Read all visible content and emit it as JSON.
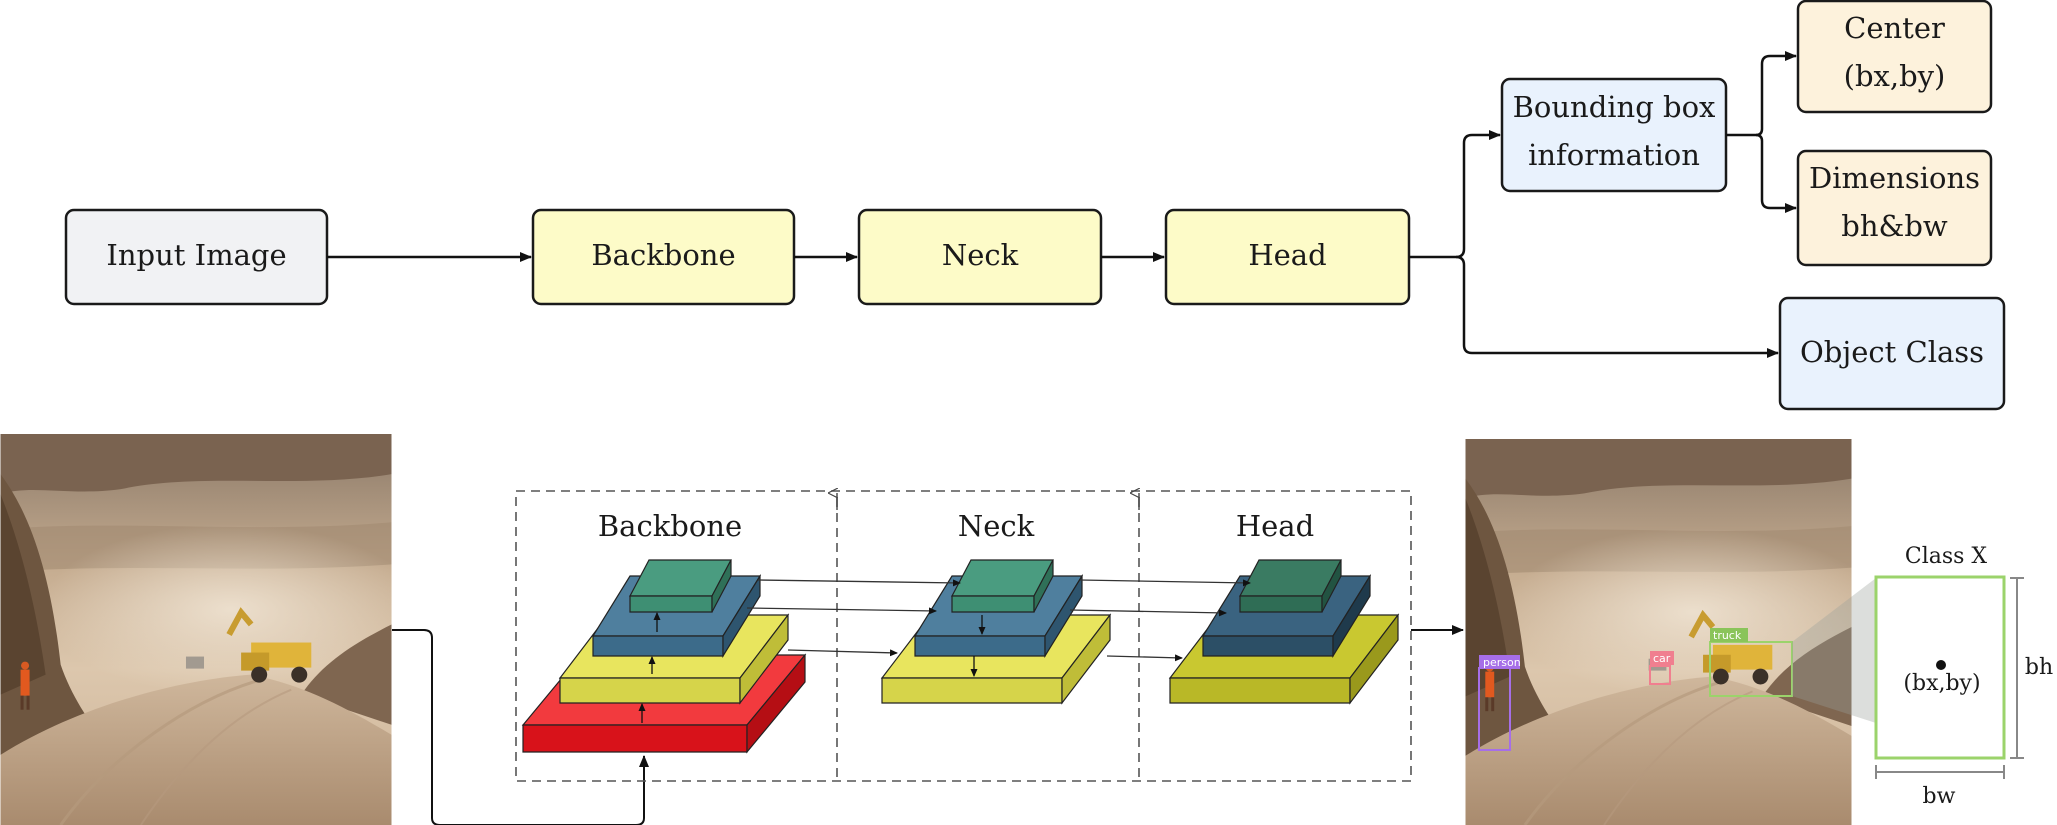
{
  "flowchart": {
    "input": "Input Image",
    "backbone": "Backbone",
    "neck": "Neck",
    "head": "Head",
    "bbox_info": [
      "Bounding box",
      "information"
    ],
    "center": [
      "Center",
      "(bx,by)"
    ],
    "dimensions": [
      "Dimensions",
      "bh&bw"
    ],
    "object_class": "Object Class"
  },
  "architecture": {
    "backbone_label": "Backbone",
    "neck_label": "Neck",
    "head_label": "Head"
  },
  "detections": {
    "person": "person",
    "car": "car",
    "truck": "truck"
  },
  "bbox_detail": {
    "class_label": "Class X",
    "center_label": "(bx,by)",
    "height_label": "bh",
    "width_label": "bw"
  },
  "colors": {
    "input_box": "#f1f2f4",
    "stage_box": "#fdfbc8",
    "info_box": "#e9f2fd",
    "attr_box": "#fdf2dc",
    "red_layer": "#e8141a",
    "yellow_layer": "#dede52",
    "blue_layer": "#3c6b8a",
    "teal_layer": "#3e8f73",
    "olive_layer": "#b9b827",
    "dark_blue_layer": "#2c4f66",
    "dark_teal_layer": "#2f6d55",
    "bbox_green": "#9bd36b"
  }
}
